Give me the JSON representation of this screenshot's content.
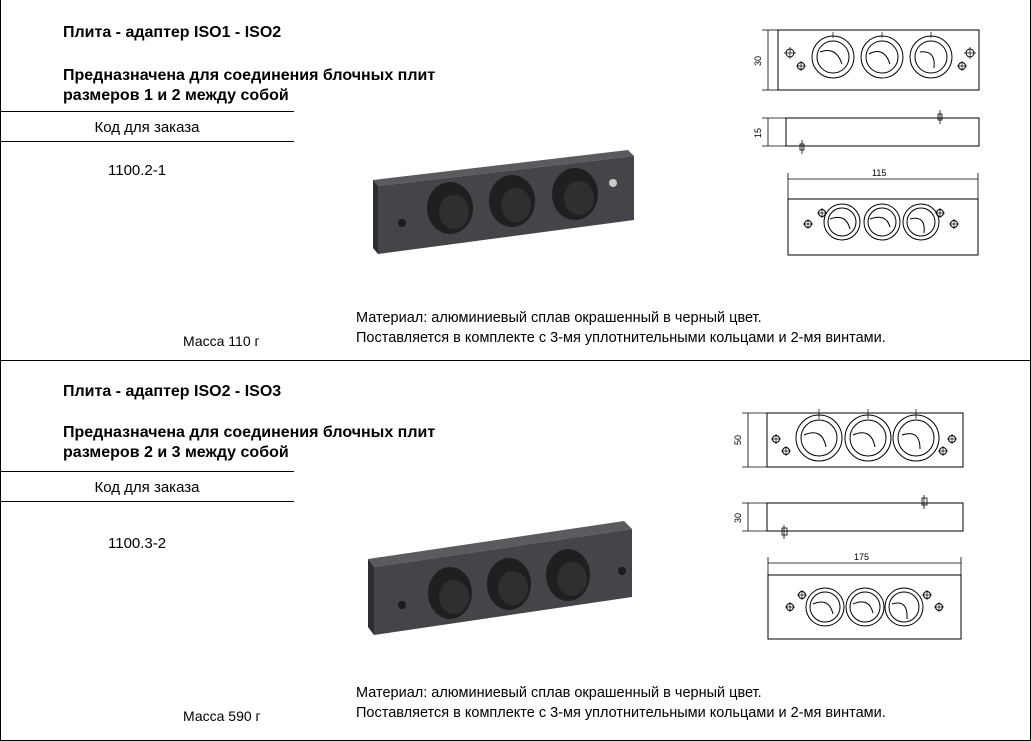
{
  "products": [
    {
      "title": "Плита - адаптер ISO1 - ISO2",
      "purpose_line1": "Предназначена для соединения блочных плит",
      "purpose_line2": "размеров 1 и 2 между собой",
      "order_label": "Код для заказа",
      "order_code": "1100.2-1",
      "mass": "Масса 110 г",
      "material": "Материал:  алюминиевый сплав окрашенный в черный цвет.",
      "supply": "Поставляется в комплекте с 3-мя уплотнительными кольцами и 2-мя винтами.",
      "dims": {
        "height": "30",
        "thickness": "15",
        "length": "115"
      }
    },
    {
      "title": "Плита - адаптер ISO2 - ISO3",
      "purpose_line1": "Предназначена для соединения блочных плит",
      "purpose_line2": "размеров 2 и 3 между собой",
      "order_label": "Код для заказа",
      "order_code": "1100.3-2",
      "mass": "Масса 590 г",
      "material": "Материал:  алюминиевый сплав окрашенный в черный цвет.",
      "supply": "Поставляется в комплекте с 3-мя уплотнительными кольцами и 2-мя винтами.",
      "dims": {
        "height": "50",
        "thickness": "30",
        "length": "175"
      }
    }
  ],
  "colors": {
    "plate_top": "#4a4b4d",
    "plate_front": "#3a3b3d",
    "hole": "#1e1f21"
  }
}
